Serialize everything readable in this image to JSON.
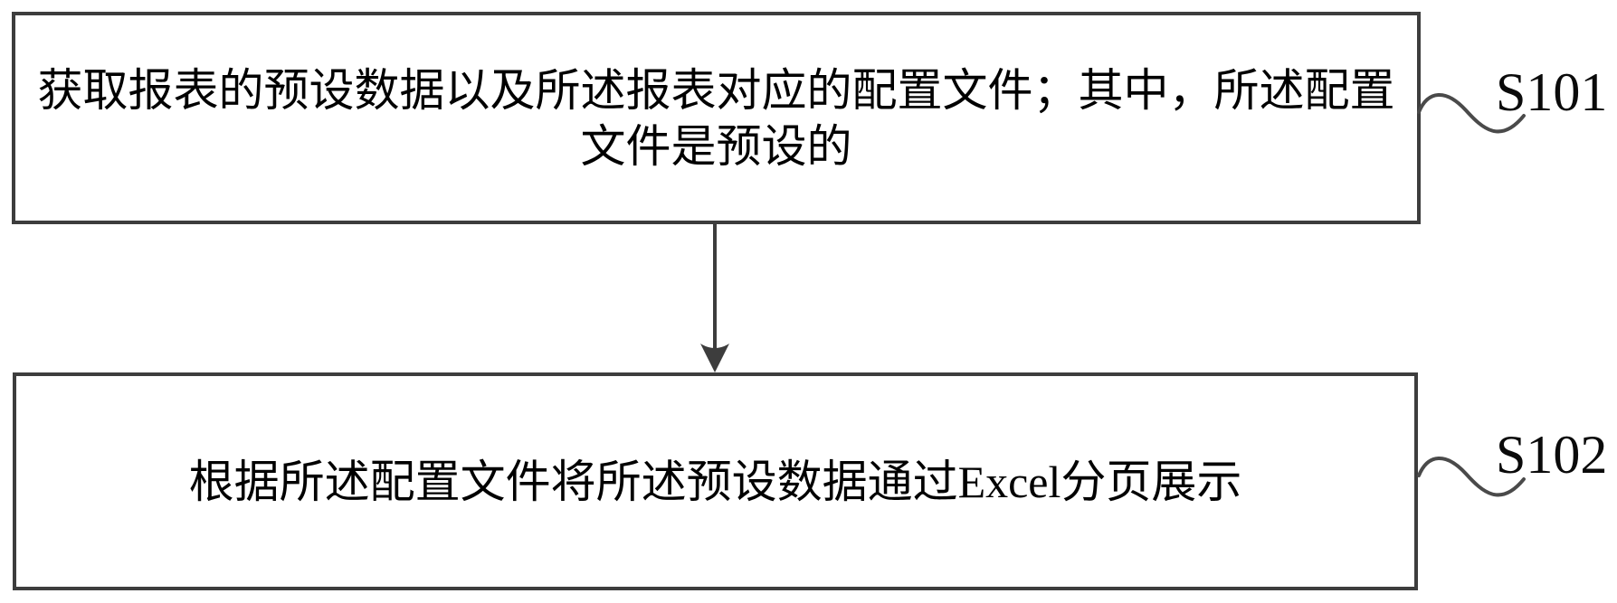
{
  "figure": {
    "type": "flowchart",
    "background": "#ffffff",
    "steps": [
      {
        "id": "S101",
        "label": "S101",
        "text": "获取报表的预设数据以及所述报表对应的配置文件；其中，所述配置文件是预设的",
        "lines": [
          "获取报表的预设数据以及所述报表对应的配置文件；其中，所述配置",
          "文件是预设的"
        ]
      },
      {
        "id": "S102",
        "label": "S102",
        "text": "根据所述配置文件将所述预设数据通过Excel分页展示",
        "lines": [
          "根据所述配置文件将所述预设数据通过Excel分页展示"
        ]
      }
    ],
    "connector": {
      "from": "S101",
      "to": "S102",
      "type": "arrow-down"
    },
    "colors": {
      "box_border": "#3d3d3d",
      "text": "#000000",
      "arrow": "#3d3d3d",
      "squiggle": "#4a4a4a",
      "background": "#ffffff"
    }
  }
}
